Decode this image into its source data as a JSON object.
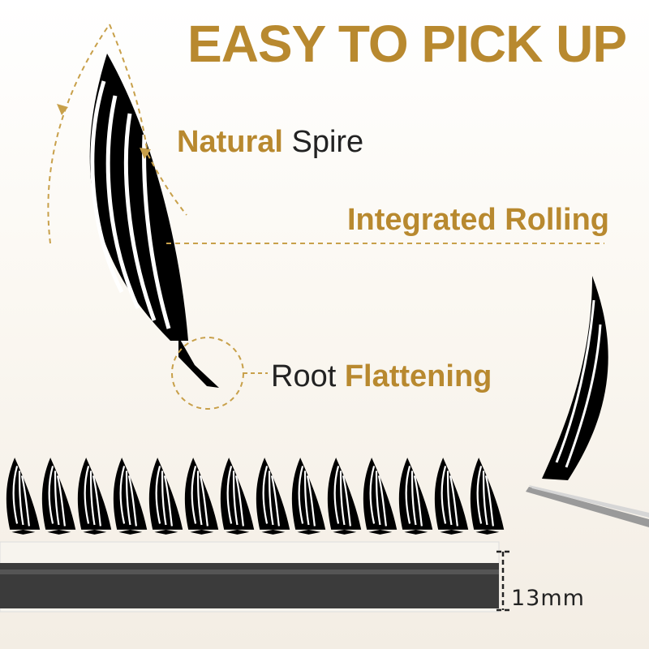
{
  "headline": "EASY TO PICK UP",
  "features": {
    "spire": {
      "highlight": "Natural",
      "rest": " Spire"
    },
    "rolling": {
      "highlight": "Integrated Rolling"
    },
    "root": {
      "prefix": "Root ",
      "highlight": "Flattening"
    }
  },
  "strip": {
    "length_label": "13mm",
    "fan_count": 14
  },
  "colors": {
    "accent": "#b8892f",
    "text": "#222222",
    "lash": "#000000"
  },
  "icons": [
    "tweezers-icon",
    "lash-fan-icon",
    "root-circle-icon",
    "dashed-arrow-icon"
  ]
}
